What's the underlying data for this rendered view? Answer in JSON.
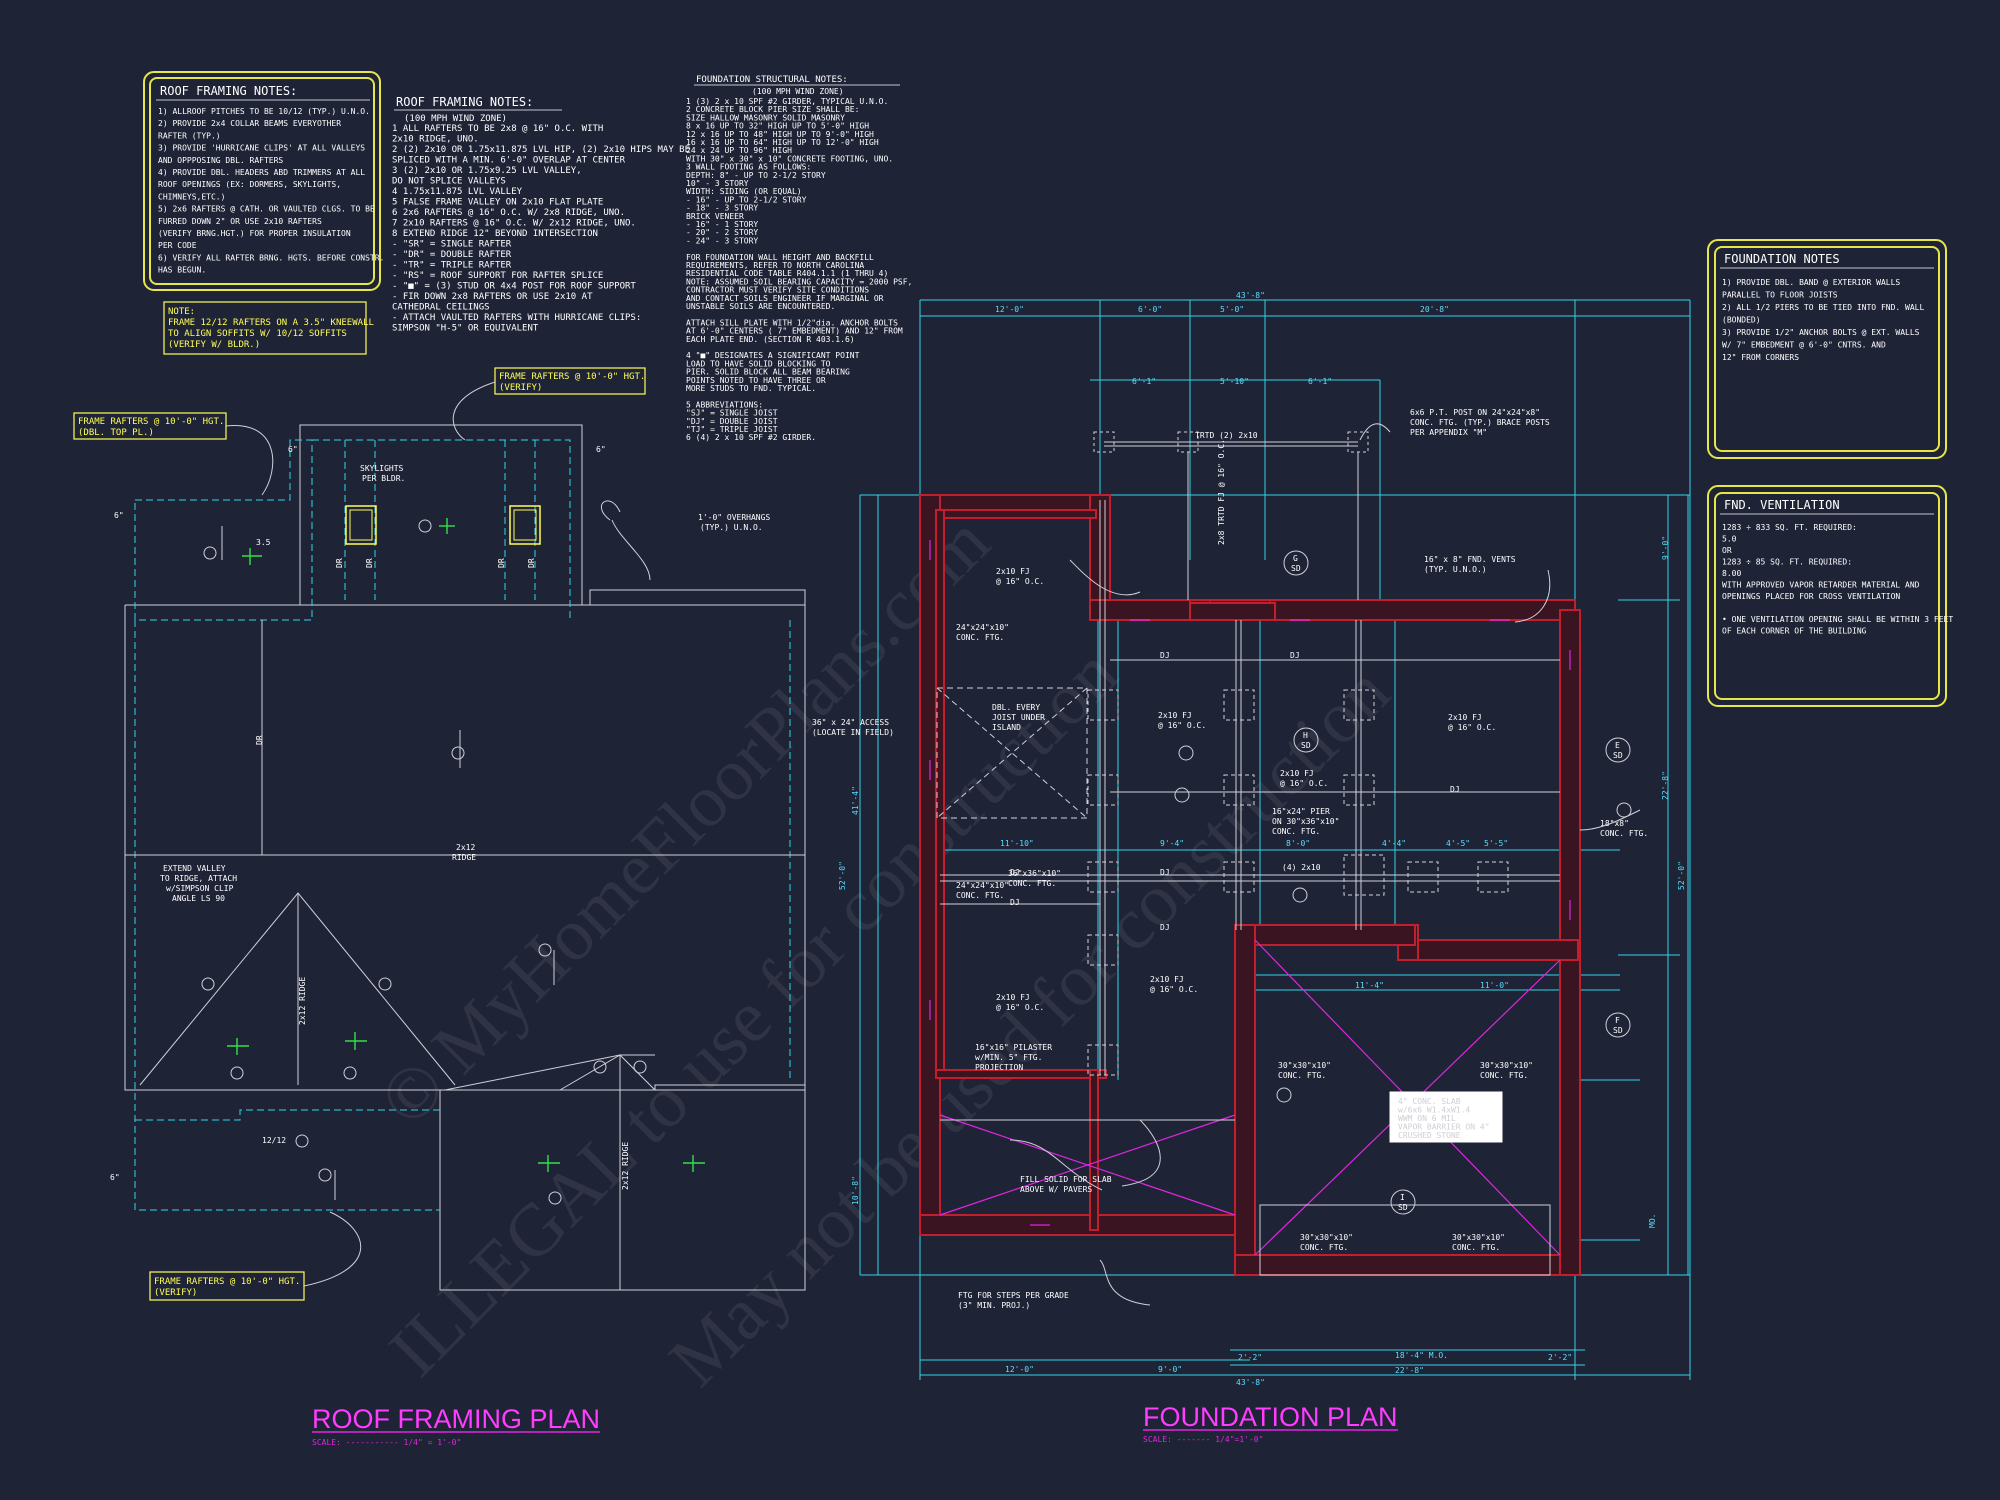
{
  "watermark": {
    "line1": "© MyHomeFloorPlans.com",
    "line2": "ILLEGAL to use for construction",
    "line3": "May not be used for construction"
  },
  "roof_notes_box": {
    "title": "ROOF FRAMING NOTES:",
    "items": [
      "1) ALLROOF PITCHES TO BE 10/12 (TYP.) U.N.O.",
      "2) PROVIDE 2x4 COLLAR BEAMS EVERYOTHER",
      "   RAFTER (TYP.)",
      "3) PROVIDE 'HURRICANE CLIPS' AT ALL VALLEYS",
      "   AND OPPPOSING DBL. RAFTERS",
      "4) PROVIDE DBL. HEADERS ABD TRIMMERS AT ALL",
      "   ROOF OPENINGS (EX: DORMERS, SKYLIGHTS,",
      "   CHIMNEYS,ETC.)",
      "5) 2x6 RAFTERS @ CATH. OR VAULTED CLGS. TO BE",
      "   FURRED DOWN 2\" OR USE 2x10 RAFTERS",
      "   (VERIFY BRNG.HGT.) FOR PROPER INSULATION",
      "   PER CODE",
      "6) VERIFY ALL RAFTER BRNG. HGTS. BEFORE CONSTR.",
      "   HAS BEGUN."
    ]
  },
  "roof_note_yellow": {
    "lines": [
      "NOTE:",
      "FRAME 12/12 RAFTERS ON A 3.5\" KNEEWALL",
      "TO ALIGN SOFFITS W/ 10/12 SOFFITS",
      "(VERIFY W/ BLDR.)"
    ]
  },
  "roof_notes_list": {
    "title": "ROOF FRAMING NOTES:",
    "subtitle": "(100 MPH WIND ZONE)",
    "items": [
      "1  ALL RAFTERS TO BE 2x8 @ 16\" O.C. WITH",
      "   2x10 RIDGE, UNO.",
      "2  (2) 2x10 OR 1.75x11.875 LVL HIP, (2) 2x10 HIPS MAY BE",
      "   SPLICED WITH A MIN. 6'-0\" OVERLAP AT CENTER",
      "3  (2) 2x10 OR 1.75x9.25 LVL VALLEY,",
      "   DO NOT SPLICE VALLEYS",
      "4  1.75x11.875 LVL VALLEY",
      "5  FALSE FRAME VALLEY ON 2x10 FLAT PLATE",
      "6  2x6 RAFTERS @ 16\" O.C. W/ 2x8 RIDGE, UNO.",
      "7  2x10 RAFTERS @ 16\" O.C. W/ 2x12 RIDGE, UNO.",
      "8  EXTEND RIDGE 12\" BEYOND INTERSECTION",
      " - \"SR\" = SINGLE RAFTER",
      " - \"DR\" = DOUBLE RAFTER",
      " - \"TR\" = TRIPLE RAFTER",
      " - \"RS\" = ROOF SUPPORT FOR RAFTER SPLICE",
      " - \"■\" = (3) STUD OR 4x4 POST FOR ROOF SUPPORT",
      " - FIR DOWN 2x8 RAFTERS OR USE 2x10 AT",
      "   CATHEDRAL CEILINGS",
      " - ATTACH VAULTED RAFTERS WITH HURRICANE CLIPS:",
      "   SIMPSON \"H-5\" OR EQUIVALENT"
    ]
  },
  "foundation_structural": {
    "title": "FOUNDATION STRUCTURAL NOTES:",
    "subtitle": "(100 MPH WIND ZONE)",
    "lines": [
      "1  (3) 2 x 10 SPF #2 GIRDER, TYPICAL U.N.O.",
      "2  CONCRETE BLOCK PIER SIZE SHALL BE:",
      "    SIZE     HALLOW MASONRY   SOLID MASONRY",
      "    8 x 16    UP TO 32\" HIGH    UP TO 5'-0\" HIGH",
      "   12 x 16    UP TO 48\" HIGH    UP TO 9'-0\" HIGH",
      "   16 x 16    UP TO 64\" HIGH    UP TO 12'-0\" HIGH",
      "   24 x 24    UP TO 96\" HIGH",
      "   WITH 30\" x 30\" x 10\" CONCRETE FOOTING, UNO.",
      "3  WALL FOOTING AS FOLLOWS:",
      "   DEPTH:  8\" - UP TO 2-1/2 STORY",
      "           10\" - 3 STORY",
      "   WIDTH:  SIDING (OR EQUAL)",
      "            - 16\" - UP TO 2-1/2 STORY",
      "            - 18\" - 3 STORY",
      "           BRICK VENEER",
      "            - 16\" - 1 STORY",
      "            - 20\" - 2 STORY",
      "            - 24\" - 3 STORY",
      "",
      "FOR FOUNDATION WALL HEIGHT AND BACKFILL",
      "REQUIREMENTS, REFER TO NORTH CAROLINA",
      "RESIDENTIAL CODE TABLE R404.1.1 (1 THRU 4)",
      "NOTE: ASSUMED SOIL BEARING CAPACITY = 2000 PSF,",
      "CONTRACTOR MUST VERIFY SITE CONDITIONS",
      "AND CONTACT SOILS ENGINEER IF MARGINAL OR",
      "UNSTABLE SOILS ARE ENCOUNTERED.",
      "",
      "ATTACH SILL PLATE WITH 1/2\"dia. ANCHOR BOLTS",
      "AT 6'-0\" CENTERS ( 7\" EMBEDMENT) AND 12\" FROM",
      "EACH PLATE END. (SECTION R 403.1.6)",
      "",
      "4  \"■\" DESIGNATES A SIGNIFICANT POINT",
      "   LOAD TO HAVE SOLID BLOCKING TO",
      "   PIER. SOLID BLOCK ALL BEAM BEARING",
      "   POINTS NOTED TO HAVE THREE OR",
      "   MORE STUDS TO FND. TYPICAL.",
      "",
      "5  ABBREVIATIONS:",
      "   \"SJ\" = SINGLE JOIST",
      "   \"DJ\" = DOUBLE JOIST",
      "   \"TJ\" = TRIPLE JOIST",
      "6  (4) 2 x 10 SPF #2 GIRDER."
    ]
  },
  "foundation_notes_box": {
    "title": "FOUNDATION NOTES",
    "items": [
      "1) PROVIDE DBL. BAND @ EXTERIOR WALLS",
      "   PARALLEL TO FLOOR JOISTS",
      "2) ALL 1/2 PIERS TO BE TIED INTO FND. WALL",
      "   (BONDED)",
      "3) PROVIDE 1/2\" ANCHOR BOLTS @ EXT. WALLS",
      "   W/ 7\" EMBEDMENT @ 6'-0\" CNTRS. AND",
      "   12\" FROM CORNERS"
    ]
  },
  "ventilation_box": {
    "title": "FND. VENTILATION",
    "items": [
      "1283 ÷ 833 SQ. FT. REQUIRED:",
      "5.0",
      "         OR",
      "1283 ÷ 85 SQ. FT. REQUIRED:",
      "8.00",
      "WITH APPROVED VAPOR RETARDER MATERIAL AND",
      "OPENINGS PLACED FOR CROSS VENTILATION",
      "",
      "• ONE VENTILATION OPENING SHALL BE WITHIN 3 FEET",
      "  OF EACH CORNER OF THE BUILDING"
    ]
  },
  "roof_plan": {
    "title": "ROOF FRAMING PLAN",
    "scale": "SCALE: ----------- 1/4\" = 1'-0\"",
    "callout_top_left": [
      "FRAME RAFTERS @ 10'-0\" HGT.",
      "(DBL. TOP PL.)"
    ],
    "callout_top_mid": [
      "FRAME RAFTERS @ 10'-0\" HGT.",
      "(VERIFY)"
    ],
    "callout_bottom": [
      "FRAME RAFTERS @ 10'-0\" HGT.",
      "(VERIFY)"
    ],
    "skylights": [
      "SKYLIGHTS",
      "PER BLDR."
    ],
    "overhangs": [
      "1'-0\" OVERHANGS",
      "(TYP.) U.N.O."
    ],
    "extend_valley": [
      "EXTEND VALLEY",
      "TO RIDGE, ATTACH",
      "w/SIMPSON CLIP",
      "ANGLE LS 90"
    ],
    "ridge": [
      "2x12",
      "RIDGE"
    ],
    "ridge2": "2x12 RIDGE",
    "dr": "DR",
    "six": "6\"",
    "pitch12": "12",
    "pitch35": "3.5",
    "half": "12/12"
  },
  "foundation_plan": {
    "title": "FOUNDATION PLAN",
    "scale": "SCALE: ------- 1/4\"=1'-0\"",
    "dims_top": [
      "12'-0\"",
      "6'-0\"",
      "5'-0\"",
      "20'-8\""
    ],
    "overall_top": "43'-8\"",
    "dims_top2": [
      "6'-1\"",
      "5'-10\"",
      "6'-1\""
    ],
    "dims_bottom": [
      "12'-0\"",
      "9'-0\""
    ],
    "overall_bottom": "43'-8\"",
    "dim_bottom_mid": "22'-8\"",
    "mo": "18'-4\" M.O.",
    "dims_side": [
      "52'-0\"",
      "41'-4\"",
      "10'-8\"",
      "52'-0\"",
      "22'-8\"",
      "9'-0\""
    ],
    "post_note": [
      "6x6 P.T. POST ON 24\"x24\"x8\"",
      "CONC. FTG. (TYP.) BRACE POSTS",
      "PER APPENDIX \"M\""
    ],
    "trtd": "TRTD (2) 2x10",
    "trtd_v": "2x8 TRTD FJ @ 16\" O.C.",
    "vents": [
      "16\" x 8\" FND. VENTS",
      "(TYP. U.N.O.)"
    ],
    "fj": [
      "2x10 FJ",
      "@ 16\" O.C."
    ],
    "conc_24": [
      "24\"x24\"x10\"",
      "CONC. FTG."
    ],
    "dbl_joist": [
      "DBL. EVERY",
      "JOIST UNDER",
      "ISLAND"
    ],
    "access": [
      "36\" x 24\" ACCESS",
      "(LOCATE IN FIELD)"
    ],
    "conc_36": [
      "36\"x36\"x10\"",
      "CONC. FTG."
    ],
    "pier": [
      "16\"x24\" PIER",
      "ON 30\"x36\"x10\"",
      "CONC. FTG."
    ],
    "girder4": "(4) 2x10",
    "conc_18": [
      "18\"x8\"",
      "CONC. FTG."
    ],
    "pilaster": [
      "16\"x16\" PILASTER",
      "w/MIN. 5\" FTG.",
      "PROJECTION"
    ],
    "conc_30": [
      "30\"x30\"x10\"",
      "CONC. FTG."
    ],
    "fill_slab": [
      "FILL SOLID FOR SLAB",
      "ABOVE W/ PAVERS"
    ],
    "steps": [
      "FTG FOR STEPS PER GRADE",
      "(3\" MIN. PROJ.)"
    ],
    "slab_note": [
      "4\" CONC. SLAB",
      "w/6x6 W1.4xW1.4",
      "WWM ON 6 MIL",
      "VAPOR BARRIER ON 4\"",
      "CRUSHED STONE"
    ],
    "dj": "DJ",
    "sections": [
      "G",
      "H",
      "E",
      "F",
      "I"
    ],
    "sd": "SD",
    "dims_inner": [
      "11'-10\"",
      "9'-4\"",
      "4'-4\"",
      "4'-5\"",
      "5'-5\"",
      "8'-0\"",
      "11'-4\"",
      "11'-0\"",
      "2'-2\"",
      "2'-2\""
    ],
    "mo_v": "MO."
  }
}
